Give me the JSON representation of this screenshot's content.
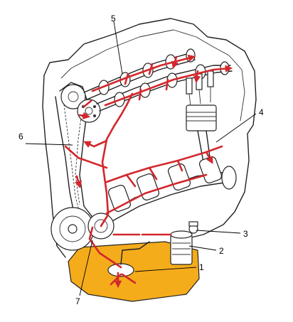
{
  "title": "",
  "colors": {
    "oil_path": "#d3272c",
    "oil_sump": "#f5ac1b",
    "line_art": "#222222",
    "background": "#ffffff"
  },
  "callouts": [
    {
      "id": "1",
      "label": "1"
    },
    {
      "id": "2",
      "label": "2"
    },
    {
      "id": "3",
      "label": "3"
    },
    {
      "id": "4",
      "label": "4"
    },
    {
      "id": "5",
      "label": "5"
    },
    {
      "id": "6",
      "label": "6"
    },
    {
      "id": "7",
      "label": "7"
    }
  ]
}
